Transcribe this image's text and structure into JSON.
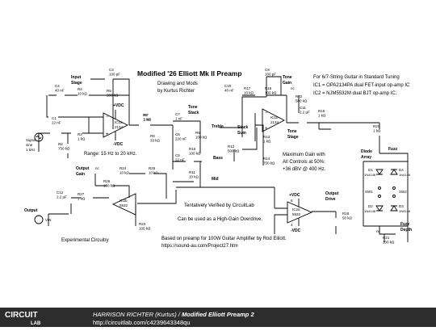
{
  "title": "Modified '26 Elliott Mk II Preamp",
  "subtitle": [
    "Drawing and Mods",
    "by Kurtus Richter"
  ],
  "notes_right": [
    "For 6/7-String Guitar in Standard Tuning",
    "IC1 = OPA2134PA dual FET-input op-amp IC",
    "IC2 = NJM5532M dual BJT op-amp IC."
  ],
  "range_note": "Range: 15 Hz to 20 kHz.",
  "max_gain_note": [
    "Maximum Gain with",
    "All Controls at 50%:",
    "+36 dBV @ 400 Hz."
  ],
  "verified_note": "Tentatively Verified by CircuitLab",
  "overdrive_note": "Can be used as a High-Gain Overdrive.",
  "based_note": [
    "Based on preamp for 100W Guitar Amplifier by Rod Elliott.",
    "https://sound-au.com/Project27.htm"
  ],
  "experimental_note": "Experimental Circuitry",
  "stage_labels": {
    "input_stage": [
      "Input",
      "Stage"
    ],
    "tone_stack": [
      "Tone",
      "Stack"
    ],
    "tone_gain": [
      "Tone",
      "Gain"
    ],
    "tone_stage": [
      "Tone",
      "Stage"
    ],
    "stack_sum": [
      "Stack",
      "Sum"
    ],
    "output_gain": [
      "Output",
      "Gain"
    ],
    "output_drive": [
      "Output",
      "Drive"
    ],
    "diode_array": [
      "Diode",
      "Array"
    ],
    "fuzz_depth": [
      "Fuzz",
      "Depth"
    ],
    "treble": "Treble",
    "bass": "Bass",
    "mid": "Mid",
    "fuzz": "Fuzz",
    "signal_source": [
      "Signal",
      "sine",
      "1 kHz"
    ],
    "output": "Output"
  },
  "components": {
    "C3": [
      "C3",
      "100 pF"
    ],
    "C4": [
      "C4",
      "40 nF"
    ],
    "R4": [
      "R4",
      "10 kΩ"
    ],
    "C1": [
      "C1",
      "22 nF"
    ],
    "R1": [
      "R1",
      "1 kΩ"
    ],
    "R2": [
      "R2",
      "750 kΩ"
    ],
    "R3": [
      "R3",
      "1 kΩ"
    ],
    "IC1a": [
      "IC1a",
      "2134"
    ],
    "R5": [
      "R5",
      "100 kΩ"
    ],
    "R7": [
      "R7",
      "1 kΩ"
    ],
    "C7": [
      "C7",
      "1 nF"
    ],
    "R8": [
      "R8",
      "33 kΩ"
    ],
    "C6": [
      "C6",
      "220 nF"
    ],
    "R6": [
      "R6",
      "100 kΩ"
    ],
    "C5": [
      "C5",
      "22 nF"
    ],
    "R10": [
      "R10",
      "100 kΩ"
    ],
    "R11": [
      "R11",
      "10 kΩ"
    ],
    "R12": [
      "R12",
      "500 kΩ"
    ],
    "C9": [
      "C9",
      "100 pF"
    ],
    "C10": [
      "C10",
      "40 nF"
    ],
    "R17": [
      "R17",
      "10 kΩ"
    ],
    "R16": [
      "R16",
      "100 kΩ"
    ],
    "R22": [
      "R22",
      "500 kΩ"
    ],
    "IC1b": [
      "IC1b",
      "2134"
    ],
    "R13": [
      "R13",
      "1 kΩ"
    ],
    "R14": [
      "R14",
      "750 kΩ"
    ],
    "C11": [
      "C11",
      "2.2 µF"
    ],
    "R15": [
      "R15",
      "1 kΩ"
    ],
    "R20": [
      "R20",
      "1 kΩ"
    ],
    "R24": [
      "R24",
      "10 kΩ"
    ],
    "R25": [
      "R25",
      "10 kΩ"
    ],
    "R26": [
      "R26",
      "100 kΩ"
    ],
    "C12": [
      "C12",
      "2.2 µF"
    ],
    "R27": [
      "R27",
      "1 kΩ"
    ],
    "IC2b": [
      "IC2b",
      "5532"
    ],
    "R23": [
      "R23",
      "100 kΩ"
    ],
    "IC2a": [
      "IC2a",
      "5532"
    ],
    "R18": [
      "R18",
      "50 kΩ"
    ],
    "R21": [
      "R21",
      "100 kΩ"
    ],
    "D1": [
      "D1",
      "1N4148"
    ],
    "D2": [
      "D2",
      "1N4148"
    ],
    "D3": [
      "D3",
      "1N4148"
    ],
    "D4": [
      "D4",
      "1N4148"
    ],
    "SW1": "SW1",
    "SW2": "SW2"
  },
  "supply": {
    "vcc": "+VDC",
    "vee": "-VDC",
    "pin8": "8",
    "pin4": "4"
  },
  "vin": "VIN",
  "nc": "nc",
  "footer": {
    "logo_top": "CIRCUIT",
    "logo_bottom": "LAB",
    "author_prefix": "HARRISON RICHTER (Kurtus)",
    "separator": " / ",
    "project": "Modified Elliott Preamp 2",
    "url": "http://circuitlab.com/c4239643348qu"
  }
}
